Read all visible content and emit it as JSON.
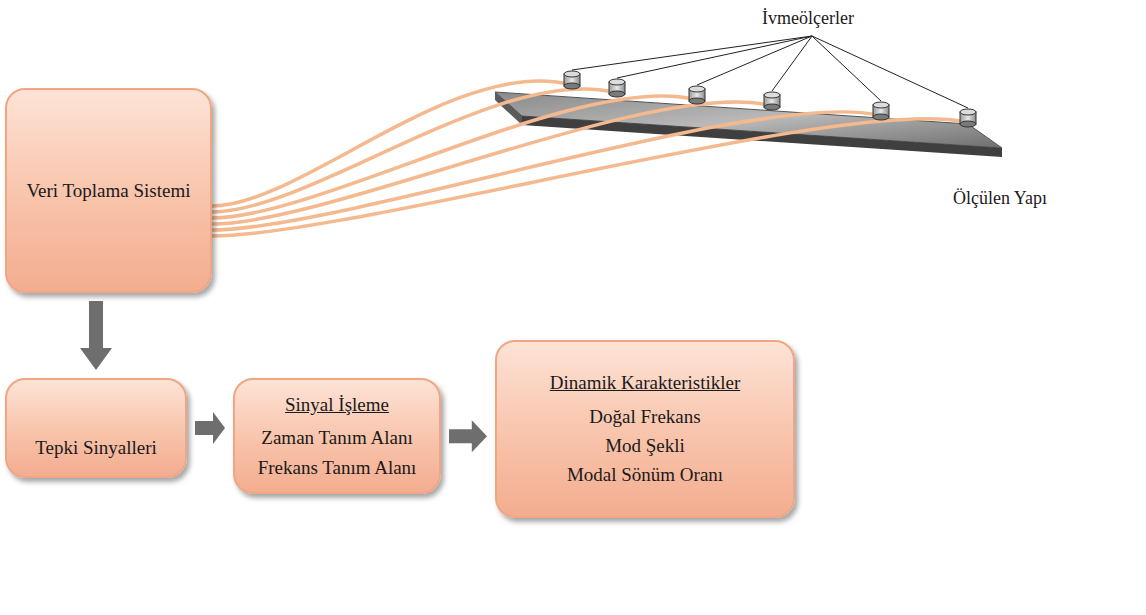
{
  "diagram": {
    "nodes": [
      {
        "text": [
          "Veri Toplama Sistemi"
        ]
      },
      {
        "text": [
          "Tepki Sinyalleri"
        ]
      },
      {
        "text": [
          "Sinyal İşleme",
          "Zaman Tanım Alanı",
          "Frekans Tanım Alanı"
        ]
      },
      {
        "text": [
          "Dinamik Karakteristikler",
          "Doğal Frekans",
          "Mod Şekli",
          "Modal Sönüm Oranı"
        ]
      }
    ],
    "edges": [
      {
        "from": 0,
        "to": 1,
        "arrow": "to"
      },
      {
        "from": 1,
        "to": 2,
        "arrow": "to"
      },
      {
        "from": 2,
        "to": 3,
        "arrow": "to"
      }
    ],
    "labels": [
      "İvmeölçerler",
      "Ölçülen Yapı"
    ]
  }
}
